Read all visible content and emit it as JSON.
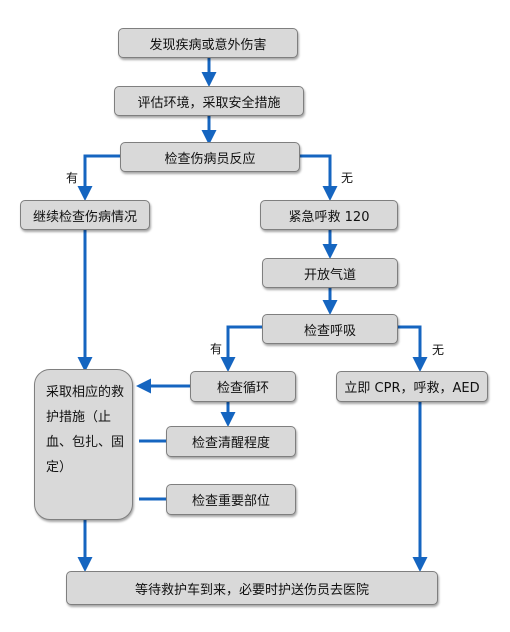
{
  "nodes": {
    "discover": "发现疾病或意外伤害",
    "assess_env": "评估环境，采取安全措施",
    "check_response": "检查伤病员反应",
    "continue_check": "继续检查伤病情况",
    "call_120": "紧急呼救 120",
    "open_airway": "开放气道",
    "check_breathing": "检查呼吸",
    "check_circulation": "检查循环",
    "check_consciousness": "检查清醒程度",
    "check_important": "检查重要部位",
    "cpr": "立即 CPR，呼救，AED",
    "measures": "采取相应的救护措施（止血、包扎、固定）",
    "wait_ambulance": "等待救护车到来，必要时护送伤员去医院"
  },
  "labels": {
    "yes1": "有",
    "no1": "无",
    "yes2": "有",
    "no2": "无"
  },
  "colors": {
    "arrow": "#1565c0",
    "box_fill": "#d9d9d9",
    "box_border": "#7f7f7f"
  }
}
